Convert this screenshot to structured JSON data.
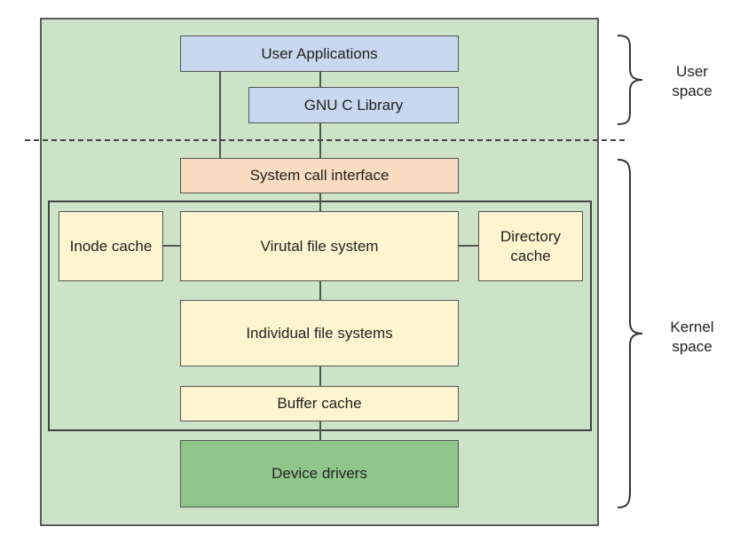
{
  "diagram": {
    "boxes": {
      "user_applications": "User Applications",
      "gnu_c_library": "GNU C Library",
      "system_call_interface": "System call interface",
      "inode_cache": "Inode cache",
      "virtual_file_system": "Virutal file system",
      "directory_cache_line1": "Directory",
      "directory_cache_line2": "cache",
      "individual_file_systems": "Individual file systems",
      "buffer_cache": "Buffer cache",
      "device_drivers": "Device drivers"
    },
    "regions": {
      "user_space_line1": "User",
      "user_space_line2": "space",
      "kernel_space_line1": "Kernel",
      "kernel_space_line2": "space"
    },
    "colors": {
      "background": "#cde3c8",
      "user_box": "#c9d8ef",
      "syscall_box": "#f9dcc2",
      "kernel_box": "#fdf5cf",
      "driver_box": "#8fc68b"
    }
  }
}
